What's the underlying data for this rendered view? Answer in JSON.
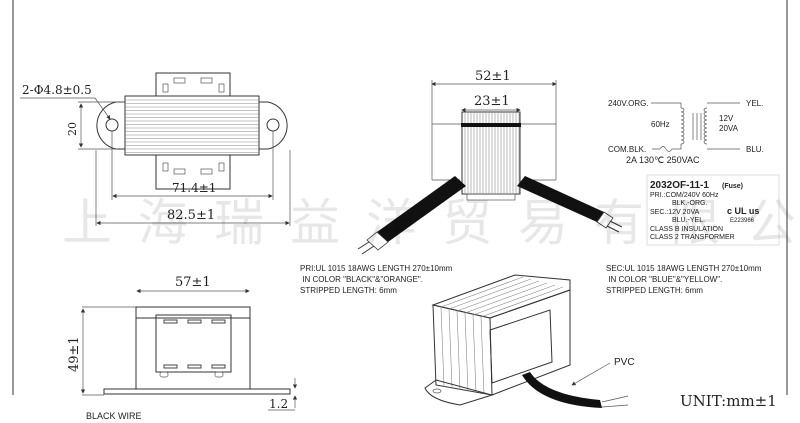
{
  "top_view": {
    "hole_spec": "2-Φ4.8±0.5",
    "height_dim": "20",
    "hole_spacing": "71.4±1",
    "overall_length": "82.5±1"
  },
  "end_view": {
    "overall_width": "52±1",
    "core_width": "23±1"
  },
  "schematic": {
    "pri_top": "240V.ORG.",
    "pri_bottom": "COM.BLK.",
    "freq": "60Hz",
    "sec_top": "YEL.",
    "sec_bottom": "BLU.",
    "sec_voltage": "12V",
    "sec_power": "20VA",
    "fuse_rating": "2A 130℃ 250VAC"
  },
  "label": {
    "model": "2032OF-11-1",
    "fuse": "(Fuse)",
    "lines": [
      "PRI.:COM/240V 60Hz",
      "BLK.-ORG.",
      "SEC.:12V 20VA",
      "BLU.-YEL.",
      "CLASS B INSULATION",
      "CLASS 2 TRANSFORMER"
    ],
    "ul_mark": "c UL us",
    "ul_file": "E223966"
  },
  "side_view": {
    "width_dim": "57±1",
    "height_dim": "49±1",
    "base_thickness": "1.2",
    "wire_note": "BLACK WIRE"
  },
  "notes": {
    "pri": [
      "PRI:UL 1015 18AWG LENGTH 270±10mm",
      " IN COLOR \"BLACK\"&\"ORANGE\".",
      "STRIPPED LENGTH: 6mm"
    ],
    "sec": [
      "SEC:UL 1015 18AWG LENGTH 270±10mm",
      " IN COLOR \"BLUE\"&\"YELLOW\".",
      "STRIPPED LENGTH: 6mm"
    ],
    "pvc": "PVC",
    "unit": "UNIT:mm±1"
  },
  "watermark": "上海瑞益洋贸易有限公"
}
